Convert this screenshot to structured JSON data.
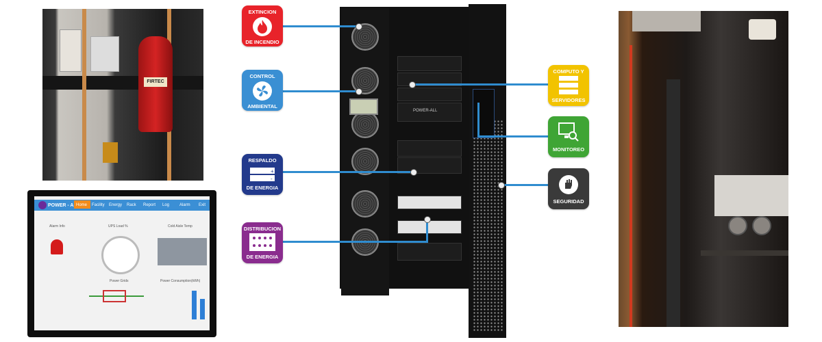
{
  "labels": {
    "extincion": {
      "line1": "EXTINCION",
      "line2": "DE INCENDIO"
    },
    "control": {
      "line1": "CONTROL",
      "line2": "AMBIENTAL"
    },
    "respaldo": {
      "line1": "RESPALDO",
      "line2": "DE ENERGIA"
    },
    "distribucion": {
      "line1": "DISTRIBUCION",
      "line2": "DE ENERGIA"
    },
    "computo": {
      "line1": "COMPUTO Y",
      "line2": "SERVIDORES"
    },
    "monitoreo": {
      "line1": "MONITOREO"
    },
    "seguridad": {
      "line1": "SEGURIDAD"
    }
  },
  "colors": {
    "extincion": "#e8232a",
    "control": "#3a8fd3",
    "respaldo": "#233a8c",
    "distribucion": "#8a2c8e",
    "computo": "#f2c300",
    "monitoreo": "#3fa535",
    "seguridad": "#3a3a3a",
    "connector": "#2f8ccf"
  },
  "photo_tl": {
    "extinguisher_label": "FIRTEC"
  },
  "monitor": {
    "logo": "POWER - ALL",
    "tabs": [
      "Home",
      "Facility",
      "Energy",
      "Rack",
      "Report",
      "Log",
      "Alarm",
      "Exit"
    ],
    "panels": {
      "alarm": "Alarm Info",
      "ups": "UPS Load %",
      "cold_aisle": "Cold Aisle Temp",
      "power_grids": "Power Grids",
      "power_consumption": "Power Consumption(kWh)"
    }
  },
  "cabinet": {
    "brand": "POWER-ALL"
  }
}
